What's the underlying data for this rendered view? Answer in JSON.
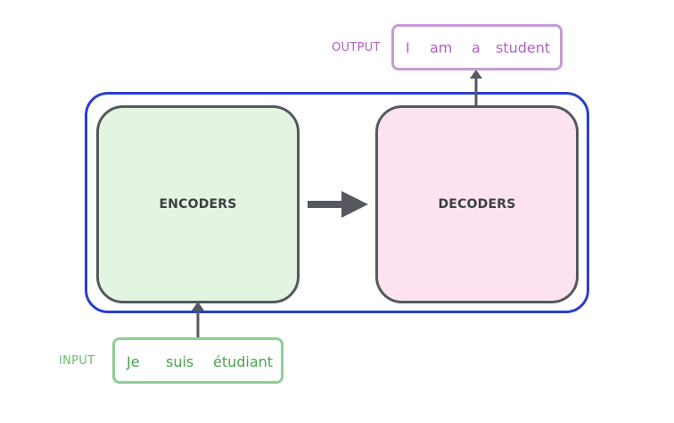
{
  "blocks": {
    "encoders": "ENCODERS",
    "decoders": "DECODERS"
  },
  "input": {
    "label": "INPUT",
    "tokens": [
      "Je",
      "suis",
      "étudiant"
    ]
  },
  "output": {
    "label": "OUTPUT",
    "tokens": [
      "I",
      "am",
      "a",
      "student"
    ]
  },
  "colors": {
    "container_border": "#2a3fd0",
    "block_border": "#55595f",
    "encoder_fill": "#e3f5e0",
    "decoder_fill": "#fde3f0",
    "input_color": "#4aa34f",
    "output_color": "#b061c3",
    "arrow": "#55595f"
  }
}
